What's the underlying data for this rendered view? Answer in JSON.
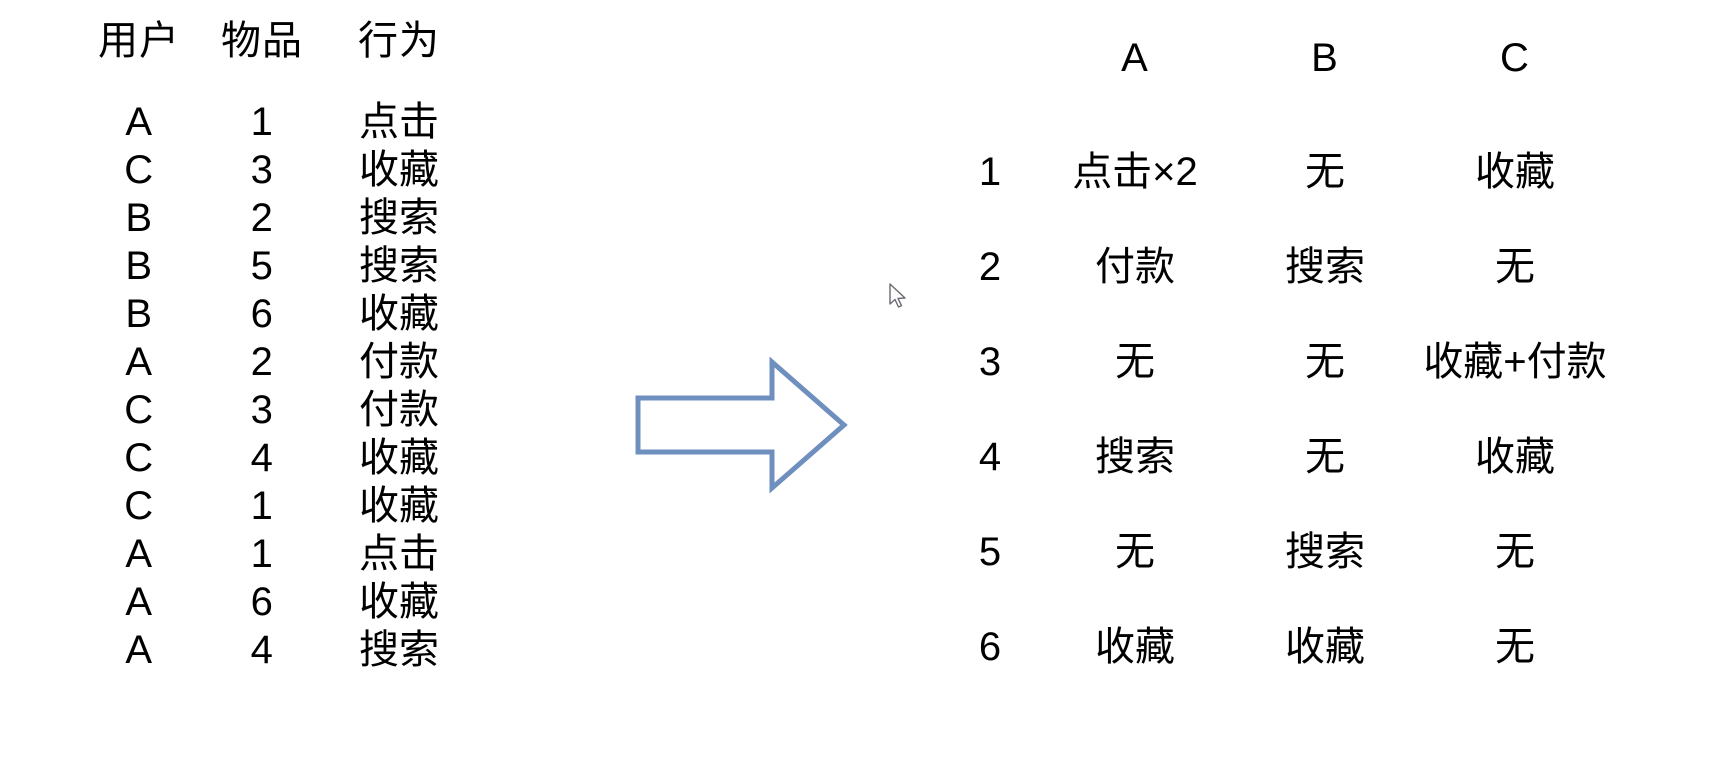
{
  "canvas": {
    "background": "#ffffff",
    "text_color": "#000000",
    "arrow_color": "#6f8fbf"
  },
  "log": {
    "headers": {
      "user": "用户",
      "item": "物品",
      "action": "行为"
    },
    "rows": [
      {
        "user": "A",
        "item": "1",
        "action": "点击"
      },
      {
        "user": "C",
        "item": "3",
        "action": "收藏"
      },
      {
        "user": "B",
        "item": "2",
        "action": "搜索"
      },
      {
        "user": "B",
        "item": "5",
        "action": "搜索"
      },
      {
        "user": "B",
        "item": "6",
        "action": "收藏"
      },
      {
        "user": "A",
        "item": "2",
        "action": "付款"
      },
      {
        "user": "C",
        "item": "3",
        "action": "付款"
      },
      {
        "user": "C",
        "item": "4",
        "action": "收藏"
      },
      {
        "user": "C",
        "item": "1",
        "action": "收藏"
      },
      {
        "user": "A",
        "item": "1",
        "action": "点击"
      },
      {
        "user": "A",
        "item": "6",
        "action": "收藏"
      },
      {
        "user": "A",
        "item": "4",
        "action": "搜索"
      }
    ]
  },
  "arrow": {
    "icon": "right-block-arrow-icon",
    "direction": "right"
  },
  "cursor": {
    "icon": "mouse-pointer-icon"
  },
  "matrix": {
    "corner": "",
    "columns": [
      "A",
      "B",
      "C"
    ],
    "rows": [
      {
        "index": "1",
        "cells": [
          "点击×2",
          "无",
          "收藏"
        ]
      },
      {
        "index": "2",
        "cells": [
          "付款",
          "搜索",
          "无"
        ]
      },
      {
        "index": "3",
        "cells": [
          "无",
          "无",
          "收藏+付款"
        ]
      },
      {
        "index": "4",
        "cells": [
          "搜索",
          "无",
          "收藏"
        ]
      },
      {
        "index": "5",
        "cells": [
          "无",
          "搜索",
          "无"
        ]
      },
      {
        "index": "6",
        "cells": [
          "收藏",
          "收藏",
          "无"
        ]
      }
    ]
  }
}
